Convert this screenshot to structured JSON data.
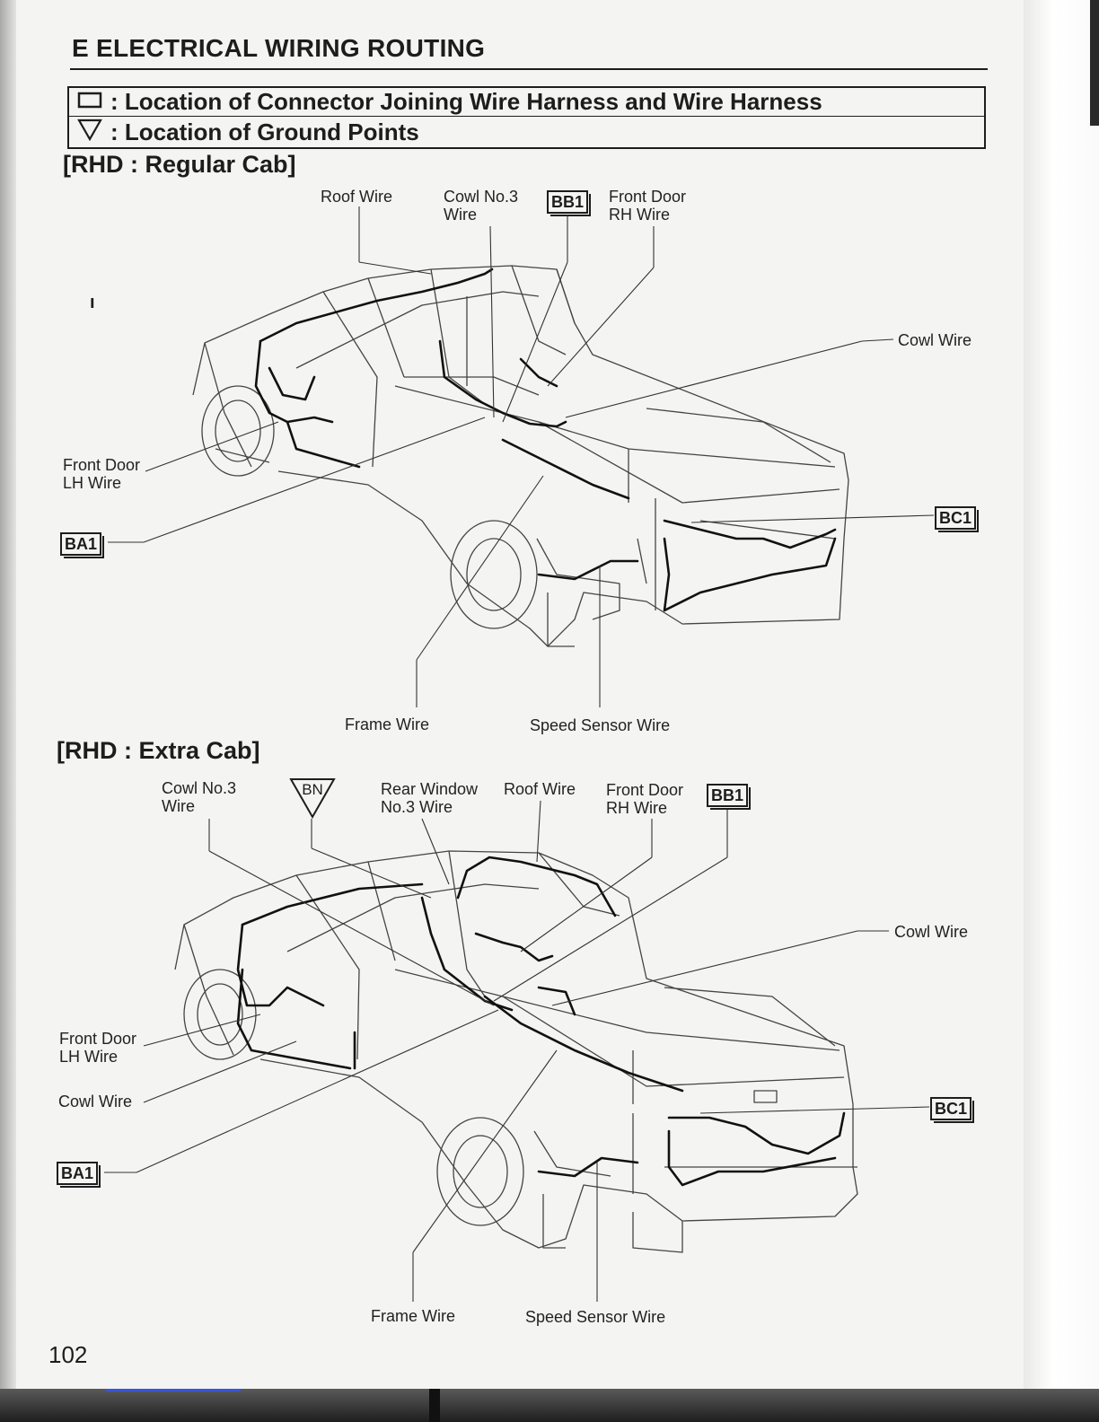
{
  "heading": "E  ELECTRICAL WIRING ROUTING",
  "legend": {
    "connector": ": Location of Connector Joining Wire Harness and Wire Harness",
    "ground": ": Location of Ground Points"
  },
  "regular_cab": {
    "title": "[RHD : Regular Cab]",
    "labels": {
      "roof_wire": "Roof Wire",
      "cowl_no3_wire": "Cowl No.3\nWire",
      "front_door_rh_wire": "Front Door\nRH Wire",
      "cowl_wire": "Cowl Wire",
      "front_door_lh_wire": "Front Door\nLH Wire",
      "frame_wire": "Frame Wire",
      "speed_sensor_wire": "Speed Sensor Wire"
    },
    "connectors": {
      "bb1": "BB1",
      "ba1": "BA1",
      "bc1": "BC1"
    }
  },
  "extra_cab": {
    "title": "[RHD : Extra Cab]",
    "labels": {
      "cowl_no3_wire": "Cowl No.3\nWire",
      "rear_window_no3_wire": "Rear Window\nNo.3 Wire",
      "roof_wire": "Roof Wire",
      "front_door_rh_wire": "Front Door\nRH Wire",
      "cowl_wire_right": "Cowl Wire",
      "front_door_lh_wire": "Front Door\nLH Wire",
      "cowl_wire_left": "Cowl Wire",
      "frame_wire": "Frame Wire",
      "speed_sensor_wire": "Speed Sensor Wire"
    },
    "connectors": {
      "bb1": "BB1",
      "ba1": "BA1",
      "bc1": "BC1"
    },
    "ground": {
      "bn": "BN"
    }
  },
  "page_number": "102",
  "colors": {
    "ink": "#1d1d1d",
    "paper": "#f4f4f2"
  }
}
